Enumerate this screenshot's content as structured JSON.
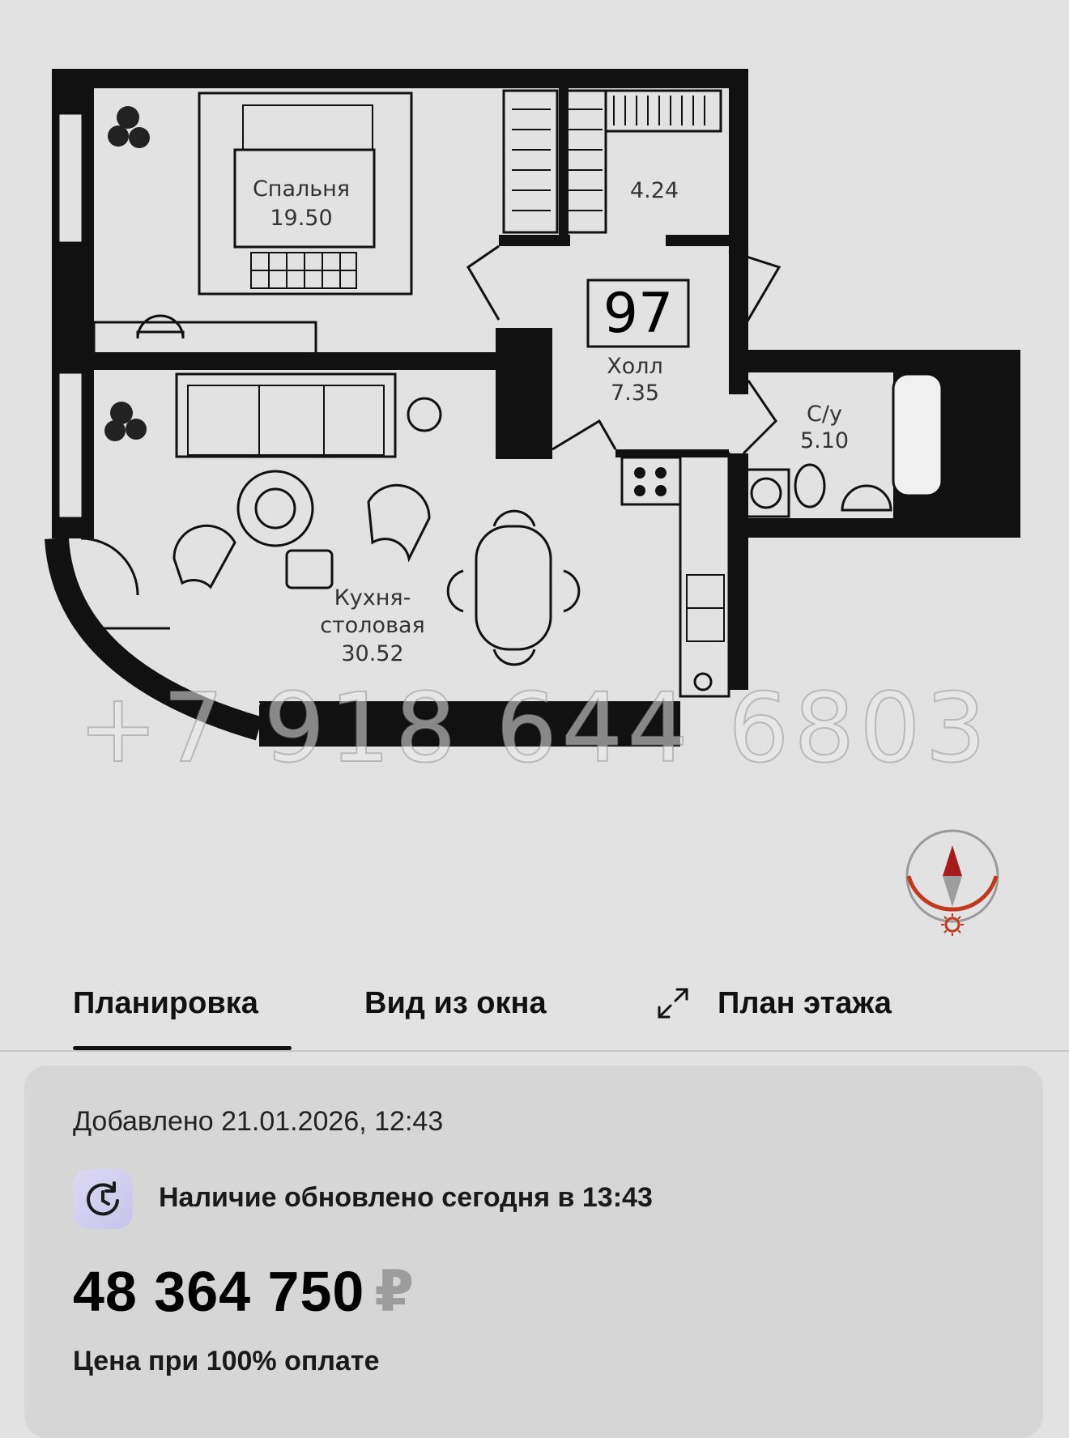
{
  "plan": {
    "apartment_number": "97",
    "rooms": [
      {
        "name": "Спальня",
        "area": "19.50"
      },
      {
        "name": "",
        "area": "4.24"
      },
      {
        "name": "Холл",
        "area": "7.35"
      },
      {
        "name": "С/у",
        "area": "5.10"
      },
      {
        "name_line1": "Кухня-",
        "name_line2": "столовая",
        "area": "30.52"
      }
    ],
    "watermark": "+7 918 644 6803"
  },
  "compass": {
    "needle_color": "#a51c1c",
    "arc_color": "#c0391f",
    "icon": "compass-icon"
  },
  "tabs": [
    {
      "label": "Планировка",
      "active": true
    },
    {
      "label": "Вид из окна",
      "active": false
    },
    {
      "label": "План этажа",
      "active": false,
      "icon": "expand-icon"
    }
  ],
  "info": {
    "added": "Добавлено 21.01.2026, 12:43",
    "availability": "Наличие обновлено сегодня в 13:43",
    "availability_icon": "refresh-clock-icon",
    "price": "48 364 750",
    "currency": "₽",
    "price_note": "Цена при 100% оплате"
  }
}
